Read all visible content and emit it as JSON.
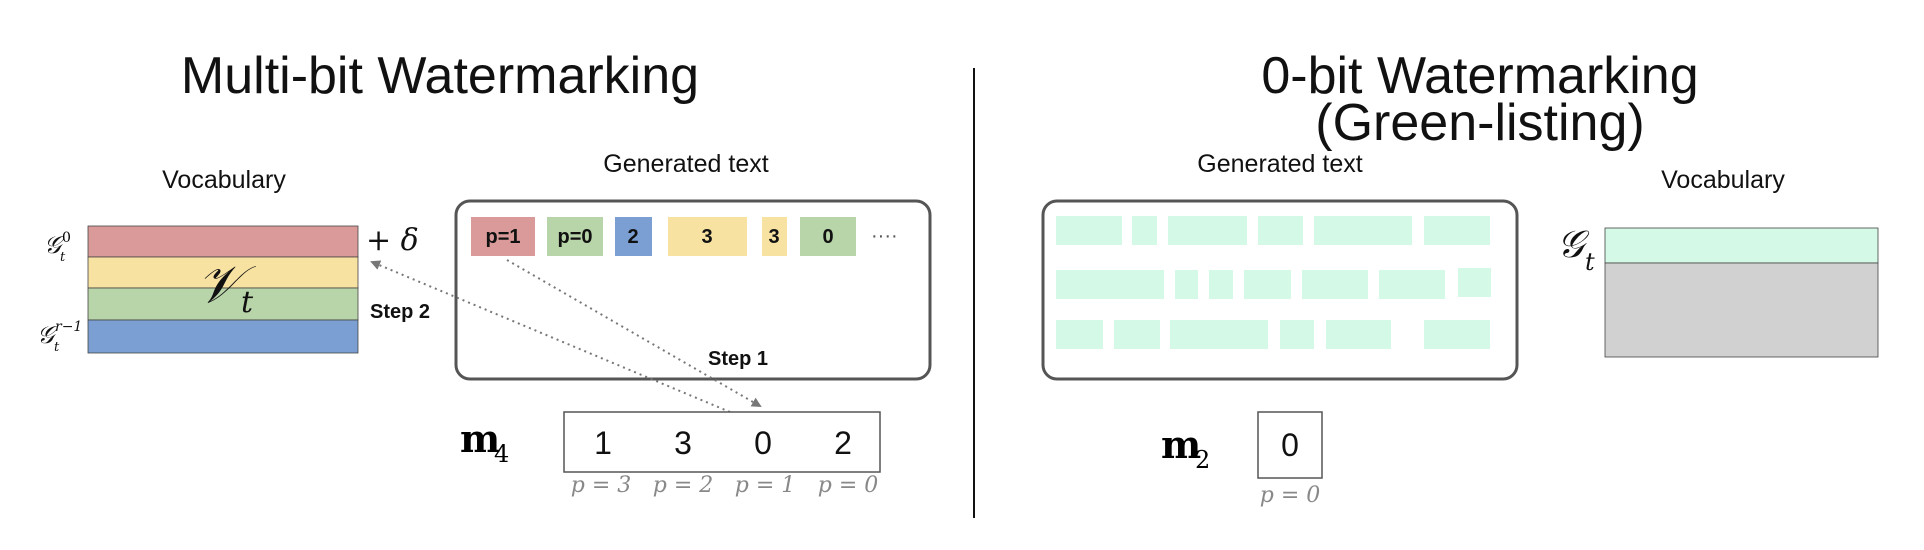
{
  "left": {
    "title": "Multi-bit Watermarking",
    "vocab_label": "Vocabulary",
    "vocab_symbol": "𝒱",
    "vocab_symbol_sub": "t",
    "vocab_colors": [
      "#da9a99",
      "#f7e2a2",
      "#b8d4a9",
      "#7b9fd2"
    ],
    "g_top": "𝒢",
    "g_top_sub": "t",
    "g_top_sup": "0",
    "g_bottom": "𝒢",
    "g_bottom_sub": "t",
    "g_bottom_sup": "r−1",
    "plus_delta": "+  δ",
    "step2": "Step 2",
    "gen_text_label": "Generated text",
    "tokens": [
      {
        "label": "p=1",
        "color": "#da9a99"
      },
      {
        "label": "p=0",
        "color": "#b8d4a9"
      },
      {
        "label": "2",
        "color": "#7b9fd2"
      },
      {
        "label": "3",
        "color": "#f7e2a2"
      },
      {
        "label": "3",
        "color": "#f7e2a2"
      },
      {
        "label": "0",
        "color": "#b8d4a9"
      }
    ],
    "ellipsis": "····",
    "step1": "Step 1",
    "message_symbol": "m",
    "message_sub": "4",
    "message_digits": [
      "1",
      "3",
      "0",
      "2"
    ],
    "positions": [
      "p = 3",
      "p = 2",
      "p = 1",
      "p = 0"
    ]
  },
  "right": {
    "title_line1": "0-bit Watermarking",
    "title_line2": "(Green-listing)",
    "gen_text_label": "Generated text",
    "vocab_label": "Vocabulary",
    "g_symbol": "𝒢",
    "g_sub": "t",
    "green_color": "#d4f9e6",
    "gray_color": "#d1d1d1",
    "message_symbol": "m",
    "message_sub": "2",
    "message_digit": "0",
    "position": "p = 0"
  }
}
